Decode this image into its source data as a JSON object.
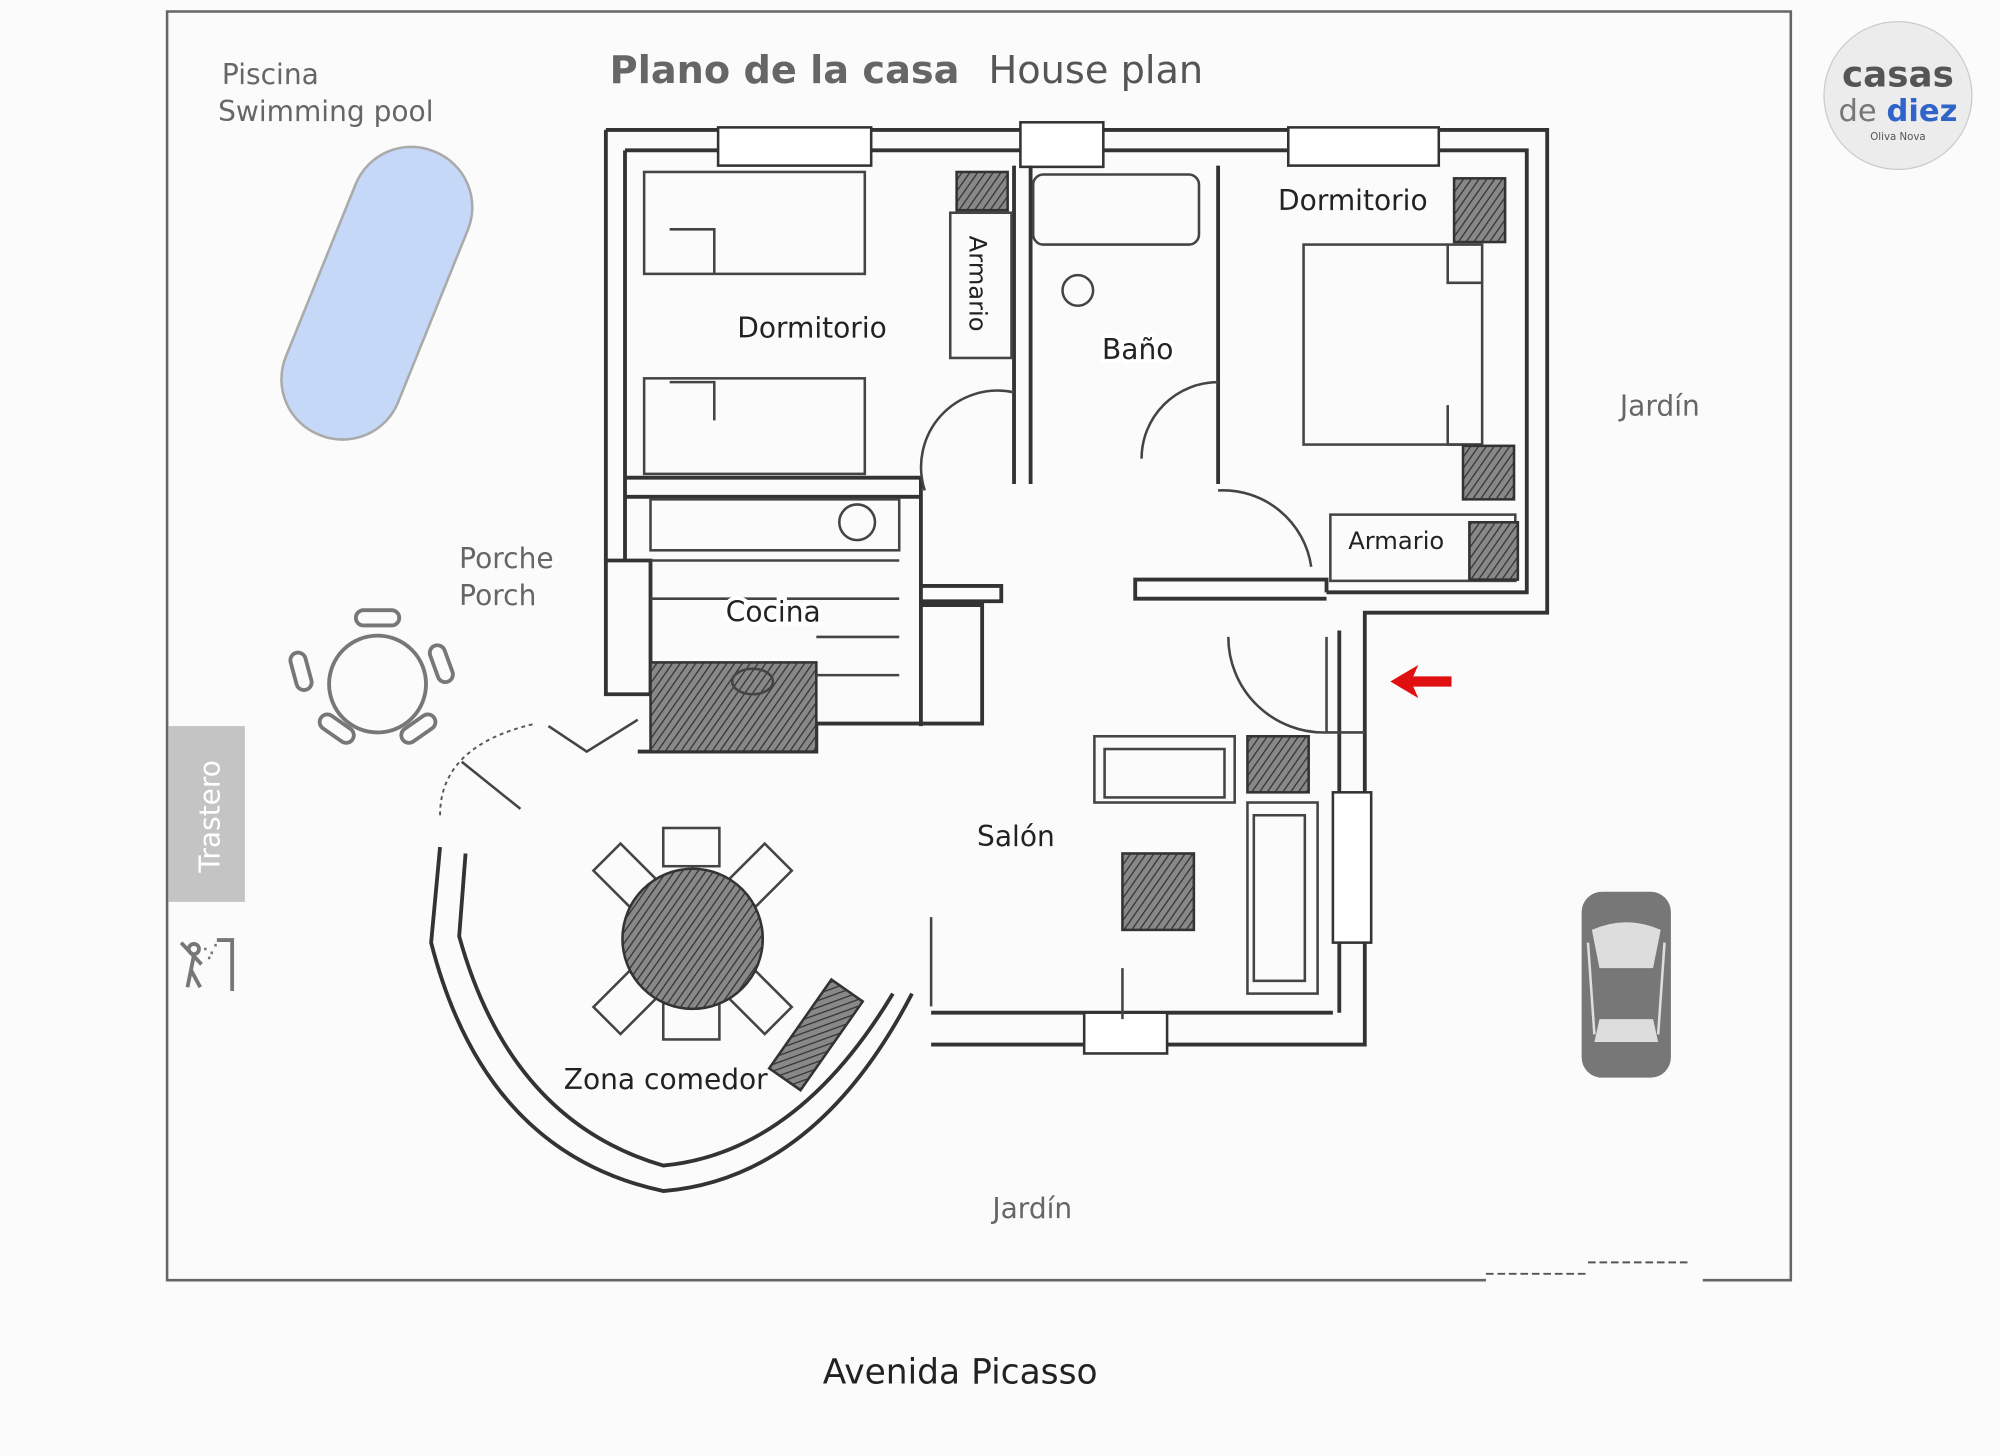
{
  "header": {
    "title_es": "Plano de la casa",
    "title_en": "House plan"
  },
  "logo": {
    "line1": "casas",
    "line2a": "de",
    "line2b": "diez",
    "sub": "Oliva Nova",
    "accent": "#2f64c8"
  },
  "outside": {
    "pool_es": "Piscina",
    "pool_en": "Swimming pool",
    "porch_es": "Porche",
    "porch_en": "Porch",
    "storage": "Trastero",
    "garden_east": "Jardín",
    "garden_south": "Jardín",
    "street": "Avenida Picasso"
  },
  "rooms": {
    "bedroom_1": "Dormitorio",
    "wardrobe_1": "Armario",
    "bathroom": "Baño",
    "bedroom_2": "Dormitorio",
    "wardrobe_2": "Armario",
    "kitchen": "Cocina",
    "living": "Salón",
    "dining": "Zona comedor"
  },
  "colors": {
    "pool": "#c5d8f8",
    "entrance_arrow": "#e01010",
    "car": "#777777",
    "storage": "#c4c4c4"
  },
  "icons": [
    "outdoor-shower-icon",
    "car-icon",
    "entrance-arrow-icon"
  ]
}
